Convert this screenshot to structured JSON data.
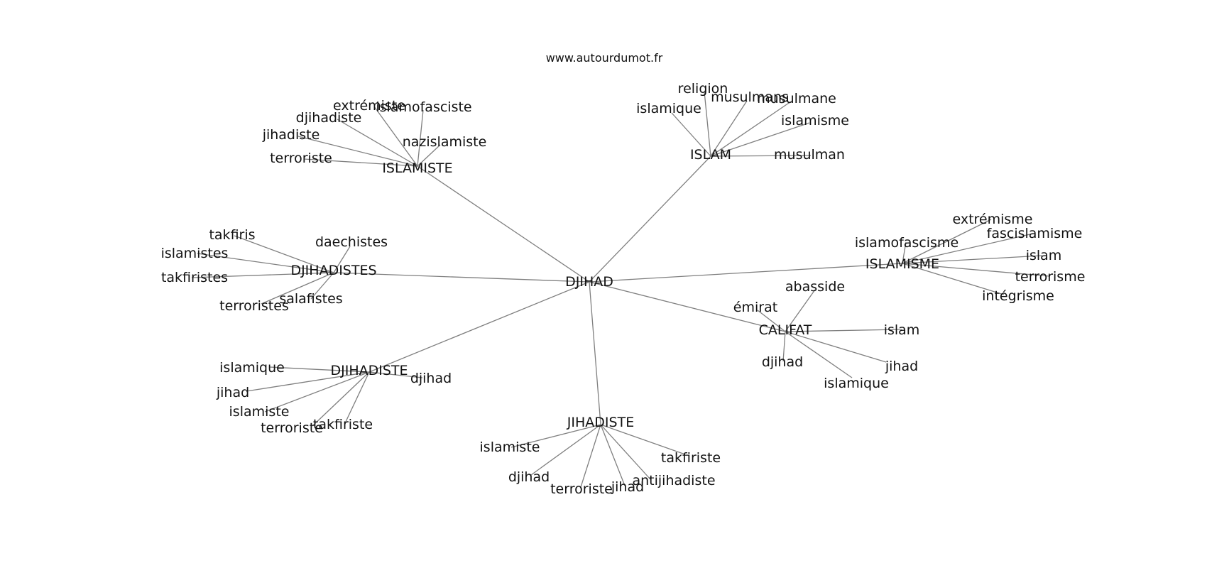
{
  "title": "www.autourdumot.fr",
  "graph": {
    "center": "DJIHAD",
    "clusters": [
      {
        "hub": "ISLAMISTE",
        "words": [
          "extrémiste",
          "islamofasciste",
          "djihadiste",
          "nazislamiste",
          "jihadiste",
          "terroriste"
        ]
      },
      {
        "hub": "ISLAM",
        "words": [
          "religion",
          "musulmans",
          "musulmane",
          "islamique",
          "islamisme",
          "musulman"
        ]
      },
      {
        "hub": "DJIHADISTES",
        "words": [
          "takfiris",
          "daechistes",
          "islamistes",
          "takfiristes",
          "salafistes",
          "terroristes"
        ]
      },
      {
        "hub": "ISLAMISME",
        "words": [
          "extrémisme",
          "fascislamisme",
          "islamofascisme",
          "islam",
          "terrorisme",
          "intégrisme"
        ]
      },
      {
        "hub": "CALIFAT",
        "words": [
          "abasside",
          "émirat",
          "islam",
          "djihad",
          "jihad",
          "islamique"
        ]
      },
      {
        "hub": "DJIHADISTE",
        "words": [
          "islamique",
          "djihad",
          "jihad",
          "islamiste",
          "terroriste",
          "takfiriste"
        ]
      },
      {
        "hub": "JIHADISTE",
        "words": [
          "islamiste",
          "takfiriste",
          "djihad",
          "antijihadiste",
          "terroriste",
          "jihad"
        ]
      }
    ]
  },
  "colors": {
    "edge": "#7f7f7f",
    "text": "#111111",
    "background": "#ffffff"
  }
}
